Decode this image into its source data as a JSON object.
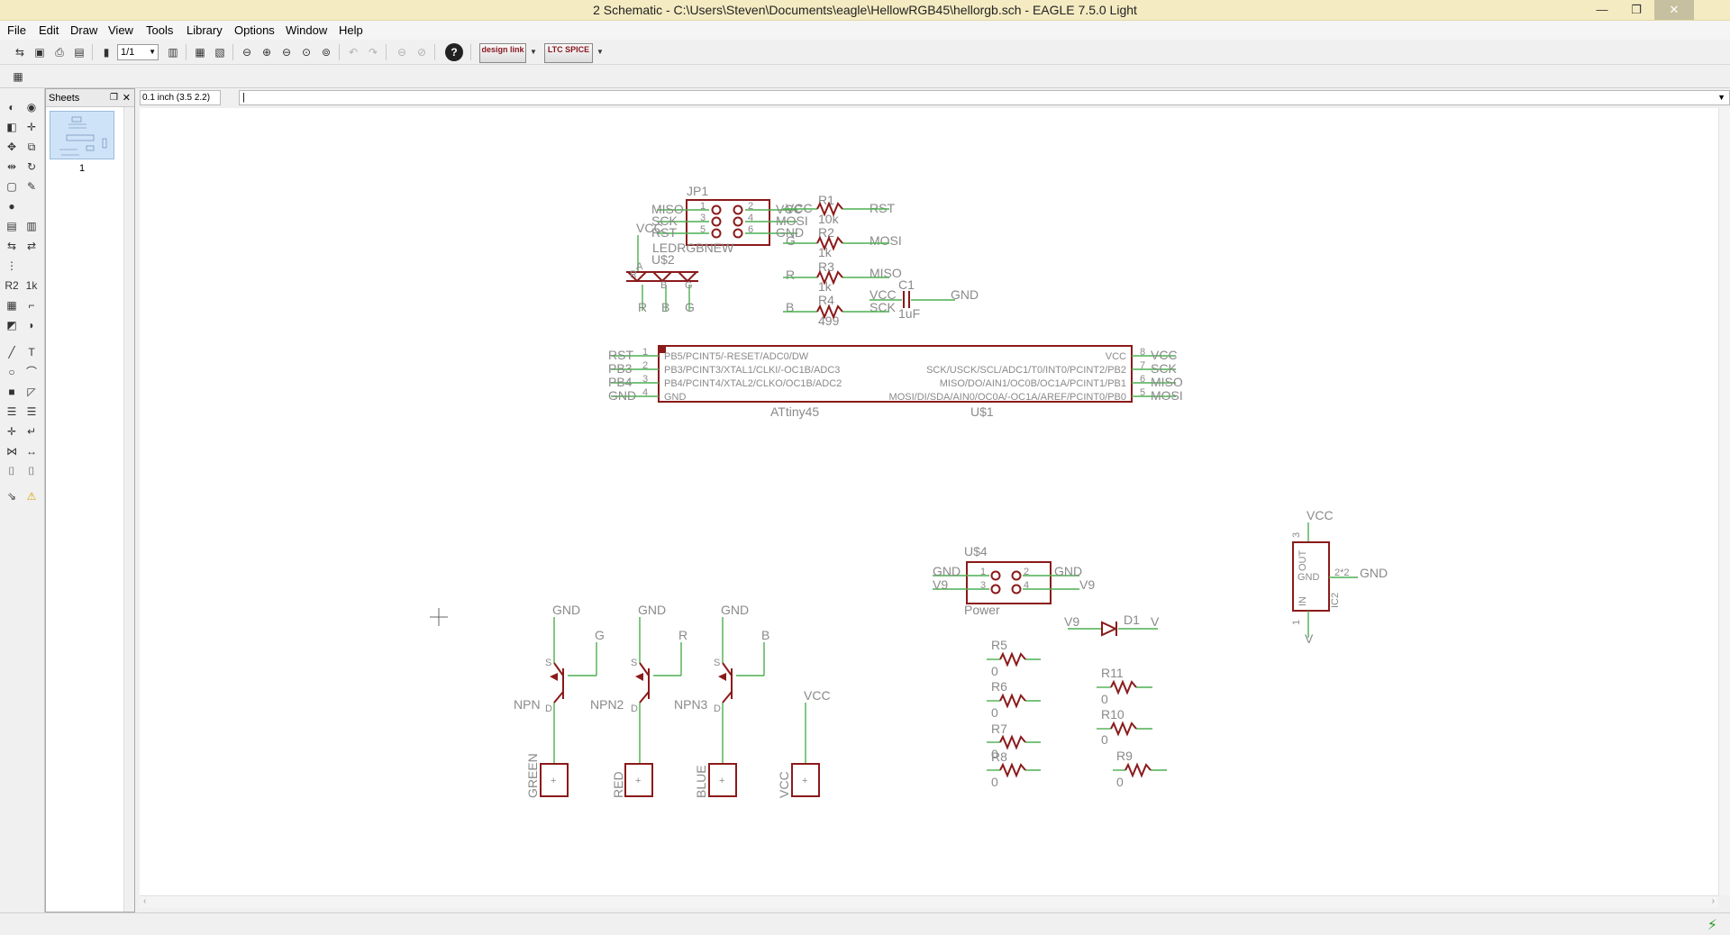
{
  "window": {
    "title": "2 Schematic - C:\\Users\\Steven\\Documents\\eagle\\HellowRGB45\\hellorgb.sch - EAGLE 7.5.0 Light",
    "minimize": "—",
    "restore": "❐",
    "close": "✕"
  },
  "menu": [
    "File",
    "Edit",
    "Draw",
    "View",
    "Tools",
    "Library",
    "Options",
    "Window",
    "Help"
  ],
  "toolbar": {
    "sheet_select": "1/1",
    "designlink_label": "design link",
    "ltspice_label": "LTC SPICE"
  },
  "sheets_panel": {
    "title": "Sheets",
    "sheet_number": "1"
  },
  "coordinate": "0.1 inch (3.5 2.2)",
  "command_value": "|",
  "colors": {
    "wire": "#4caf50",
    "symbol": "#8b1a1a",
    "text": "#8a8a8a"
  },
  "schematic": {
    "jp1": {
      "name": "JP1",
      "pins": [
        "1",
        "2",
        "3",
        "4",
        "5",
        "6"
      ],
      "left": [
        "MISO",
        "SCK",
        "RST"
      ],
      "right": [
        "VCC",
        "MOSI",
        "GND"
      ]
    },
    "resistors": [
      {
        "name": "R1",
        "value": "10k",
        "left": "VCC",
        "right": "RST"
      },
      {
        "name": "R2",
        "value": "1k",
        "left": "G",
        "right": "MOSI"
      },
      {
        "name": "R3",
        "value": "1k",
        "left": "R",
        "right": "MISO"
      },
      {
        "name": "R4",
        "value": "499",
        "left": "B",
        "right": "SCK"
      }
    ],
    "c1": {
      "name": "C1",
      "value": "1uF",
      "left": "VCC",
      "right": "GND"
    },
    "led": {
      "vcc": "VCC",
      "type": "LEDRGBNEW",
      "name": "U$2",
      "pins": [
        "R",
        "B",
        "G"
      ],
      "labels": [
        "R",
        "A",
        "B",
        "G"
      ]
    },
    "attiny": {
      "name": "U$1",
      "value": "ATtiny45",
      "left_nets": [
        "RST",
        "PB3",
        "PB4",
        "GND"
      ],
      "left_pins": [
        "1",
        "2",
        "3",
        "4"
      ],
      "left_funcs": [
        "PB5/PCINT5/-RESET/ADC0/DW",
        "PB3/PCINT3/XTAL1/CLKI/-OC1B/ADC3",
        "PB4/PCINT4/XTAL2/CLKO/OC1B/ADC2",
        "GND"
      ],
      "right_funcs": [
        "VCC",
        "SCK/USCK/SCL/ADC1/T0/INT0/PCINT2/PB2",
        "MISO/DO/AIN1/OC0B/OC1A/PCINT1/PB1",
        "MOSI/DI/SDA/AIN0/OC0A/-OC1A/AREF/PCINT0/PB0"
      ],
      "right_pins": [
        "8",
        "7",
        "6",
        "5"
      ],
      "right_nets": [
        "VCC",
        "SCK",
        "MISO",
        "MOSI"
      ]
    },
    "power": {
      "name": "U$4",
      "value": "Power",
      "pins": [
        "1",
        "2",
        "3",
        "4"
      ],
      "left": [
        "GND",
        "V9"
      ],
      "right": [
        "GND",
        "V9"
      ]
    },
    "regulator": {
      "name": "IC2",
      "out": "OUT",
      "gnd": "GND",
      "in": "IN",
      "vcc": "VCC",
      "pin3": "3",
      "pin1": "1",
      "pin2": "2*2",
      "gnd_net": "GND",
      "v_net": "V"
    },
    "diode": {
      "name": "D1",
      "left": "V9",
      "right": "V"
    },
    "npns": [
      {
        "name": "NPN",
        "gnd": "GND",
        "gate": "G",
        "s": "S",
        "d": "D",
        "conn": "GREEN"
      },
      {
        "name": "NPN2",
        "gnd": "GND",
        "gate": "R",
        "s": "S",
        "d": "D",
        "conn": "RED"
      },
      {
        "name": "NPN3",
        "gnd": "GND",
        "gate": "B",
        "s": "S",
        "d": "D",
        "conn": "BLUE"
      }
    ],
    "vcc_conn": {
      "net": "VCC",
      "conn": "VCC"
    },
    "zero_resistors": [
      {
        "name": "R5",
        "value": "0"
      },
      {
        "name": "R6",
        "value": "0"
      },
      {
        "name": "R7",
        "value": "0"
      },
      {
        "name": "R8",
        "value": "0"
      },
      {
        "name": "R11",
        "value": "0"
      },
      {
        "name": "R10",
        "value": "0"
      },
      {
        "name": "R9",
        "value": "0"
      }
    ]
  }
}
